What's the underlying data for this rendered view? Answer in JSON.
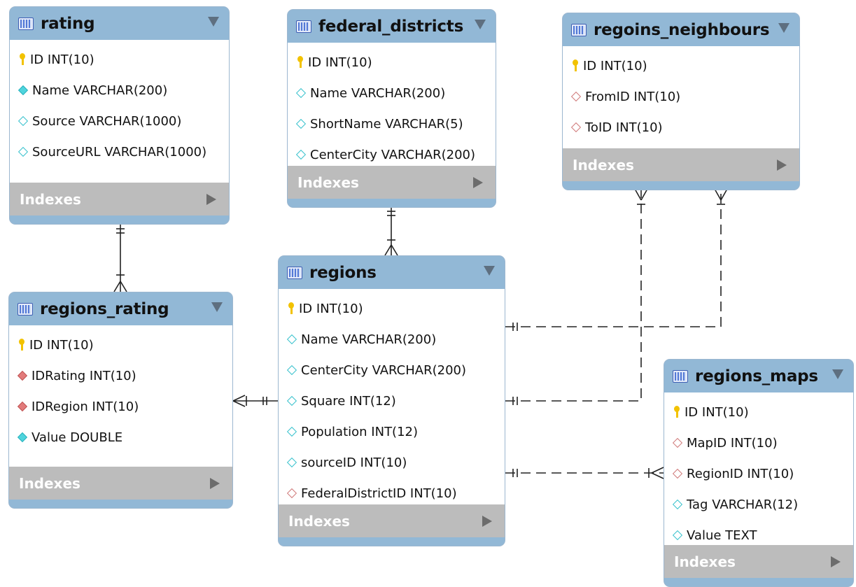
{
  "diagram": {
    "entities": {
      "rating": {
        "title": "rating",
        "columns": [
          {
            "text": "ID INT(10)",
            "icon": "primary-key-icon"
          },
          {
            "text": "Name VARCHAR(200)",
            "icon": "filled-cyan-diamond-icon"
          },
          {
            "text": "Source VARCHAR(1000)",
            "icon": "outline-cyan-diamond-icon"
          },
          {
            "text": "SourceURL VARCHAR(1000)",
            "icon": "outline-cyan-diamond-icon"
          }
        ],
        "indexes_label": "Indexes"
      },
      "federal_districts": {
        "title": "federal_districts",
        "columns": [
          {
            "text": "ID INT(10)",
            "icon": "primary-key-icon"
          },
          {
            "text": "Name VARCHAR(200)",
            "icon": "outline-cyan-diamond-icon"
          },
          {
            "text": "ShortName VARCHAR(5)",
            "icon": "outline-cyan-diamond-icon"
          },
          {
            "text": "CenterCity VARCHAR(200)",
            "icon": "outline-cyan-diamond-icon"
          }
        ],
        "indexes_label": "Indexes"
      },
      "regoins_neighbours": {
        "title": "regoins_neighbours",
        "columns": [
          {
            "text": "ID INT(10)",
            "icon": "primary-key-icon"
          },
          {
            "text": "FromID INT(10)",
            "icon": "outline-red-diamond-icon"
          },
          {
            "text": "ToID INT(10)",
            "icon": "outline-red-diamond-icon"
          }
        ],
        "indexes_label": "Indexes"
      },
      "regions_rating": {
        "title": "regions_rating",
        "columns": [
          {
            "text": "ID INT(10)",
            "icon": "primary-key-icon"
          },
          {
            "text": "IDRating INT(10)",
            "icon": "filled-red-diamond-icon"
          },
          {
            "text": "IDRegion INT(10)",
            "icon": "filled-red-diamond-icon"
          },
          {
            "text": "Value DOUBLE",
            "icon": "filled-cyan-diamond-icon"
          }
        ],
        "indexes_label": "Indexes"
      },
      "regions": {
        "title": "regions",
        "columns": [
          {
            "text": "ID INT(10)",
            "icon": "primary-key-icon"
          },
          {
            "text": "Name VARCHAR(200)",
            "icon": "outline-cyan-diamond-icon"
          },
          {
            "text": "CenterCity VARCHAR(200)",
            "icon": "outline-cyan-diamond-icon"
          },
          {
            "text": "Square INT(12)",
            "icon": "outline-cyan-diamond-icon"
          },
          {
            "text": "Population INT(12)",
            "icon": "outline-cyan-diamond-icon"
          },
          {
            "text": "sourceID INT(10)",
            "icon": "outline-cyan-diamond-icon"
          },
          {
            "text": "FederalDistrictID INT(10)",
            "icon": "outline-red-diamond-icon"
          }
        ],
        "indexes_label": "Indexes"
      },
      "regions_maps": {
        "title": "regions_maps",
        "columns": [
          {
            "text": "ID INT(10)",
            "icon": "primary-key-icon"
          },
          {
            "text": "MapID INT(10)",
            "icon": "outline-red-diamond-icon"
          },
          {
            "text": "RegionID INT(10)",
            "icon": "outline-red-diamond-icon"
          },
          {
            "text": "Tag VARCHAR(12)",
            "icon": "outline-cyan-diamond-icon"
          },
          {
            "text": "Value TEXT",
            "icon": "outline-cyan-diamond-icon"
          }
        ],
        "indexes_label": "Indexes"
      }
    },
    "relationships": [
      {
        "from": "rating",
        "to": "regions_rating",
        "style": "identifying",
        "cardinality": "one-to-many"
      },
      {
        "from": "federal_districts",
        "to": "regions",
        "style": "identifying",
        "cardinality": "one-to-many"
      },
      {
        "from": "regions",
        "to": "regoins_neighbours",
        "style": "non-identifying",
        "cardinality": "one-to-many"
      },
      {
        "from": "regions",
        "to": "regoins_neighbours",
        "style": "non-identifying",
        "cardinality": "one-to-many"
      },
      {
        "from": "regions",
        "to": "regions_rating",
        "style": "identifying",
        "cardinality": "one-to-many"
      },
      {
        "from": "regions",
        "to": "regions_maps",
        "style": "non-identifying",
        "cardinality": "one-to-many"
      }
    ]
  },
  "colors": {
    "header": "#92b8d6",
    "indexes_bar": "#bcbcbc",
    "indexes_text": "#ffffff",
    "connector": "#222222",
    "primary_key": "#f2c200",
    "cyan_diamond": "#4fd4dd",
    "red_diamond": "#e27b7b"
  }
}
